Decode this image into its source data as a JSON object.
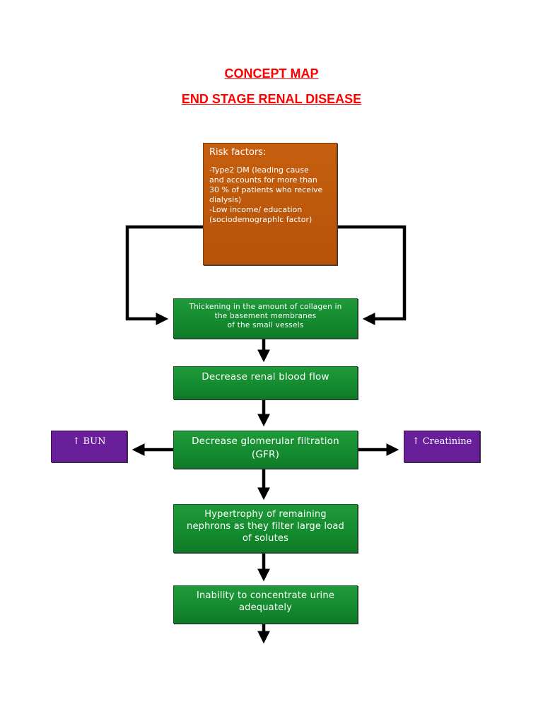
{
  "header": {
    "title": "CONCEPT MAP",
    "subtitle": "END STAGE RENAL DISEASE"
  },
  "risk_factors": {
    "heading": "Risk factors:",
    "lines": [
      "-Type2 DM (leading cause",
      "and accounts for more than",
      "30 % of patients who receive",
      "dialysis)",
      "-Low income/ education",
      "(sociodemographIc factor)"
    ]
  },
  "flow": {
    "thickening": [
      "Thickening in the amount of collagen in",
      "the basement membranes",
      "of the small vessels"
    ],
    "renal_flow": "Decrease renal blood flow",
    "gfr": [
      "Decrease glomerular filtration",
      "(GFR)"
    ],
    "hypertrophy": [
      "Hypertrophy of remaining",
      "nephrons as they filter large load",
      "of solutes"
    ],
    "urine": [
      "Inability to concentrate urine",
      "adequately"
    ]
  },
  "side_effects": {
    "bun": "↑ BUN",
    "creatinine": "↑ Creatinine"
  },
  "colors": {
    "title": "#ff0000",
    "risk_box": "#b6530a",
    "process_box": "#148a2e",
    "effect_box": "#6a1f9a",
    "arrow": "#000000"
  }
}
